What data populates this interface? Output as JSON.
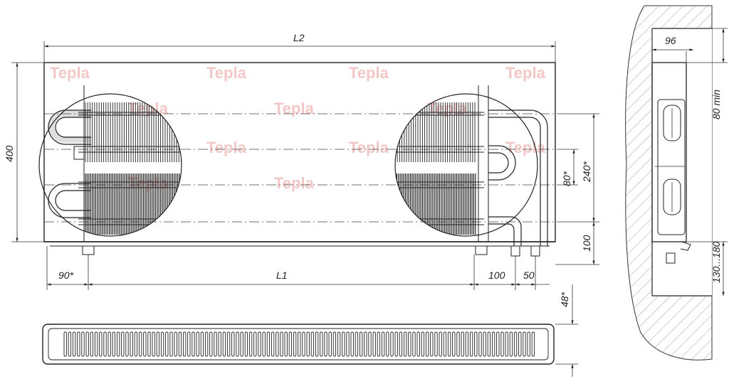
{
  "diagram": {
    "watermark": "Tepla",
    "dimensions": {
      "L2": "L2",
      "L1": "L1",
      "height_400": "400",
      "offset_90": "90*",
      "spacing_100": "100",
      "spacing_50": "50",
      "pitch_80": "80*",
      "pitch_240": "240*",
      "bottom_100": "100",
      "width_48": "48*",
      "depth_96": "96",
      "gap_80min": "80 min",
      "height_130_180": "130...180"
    }
  }
}
